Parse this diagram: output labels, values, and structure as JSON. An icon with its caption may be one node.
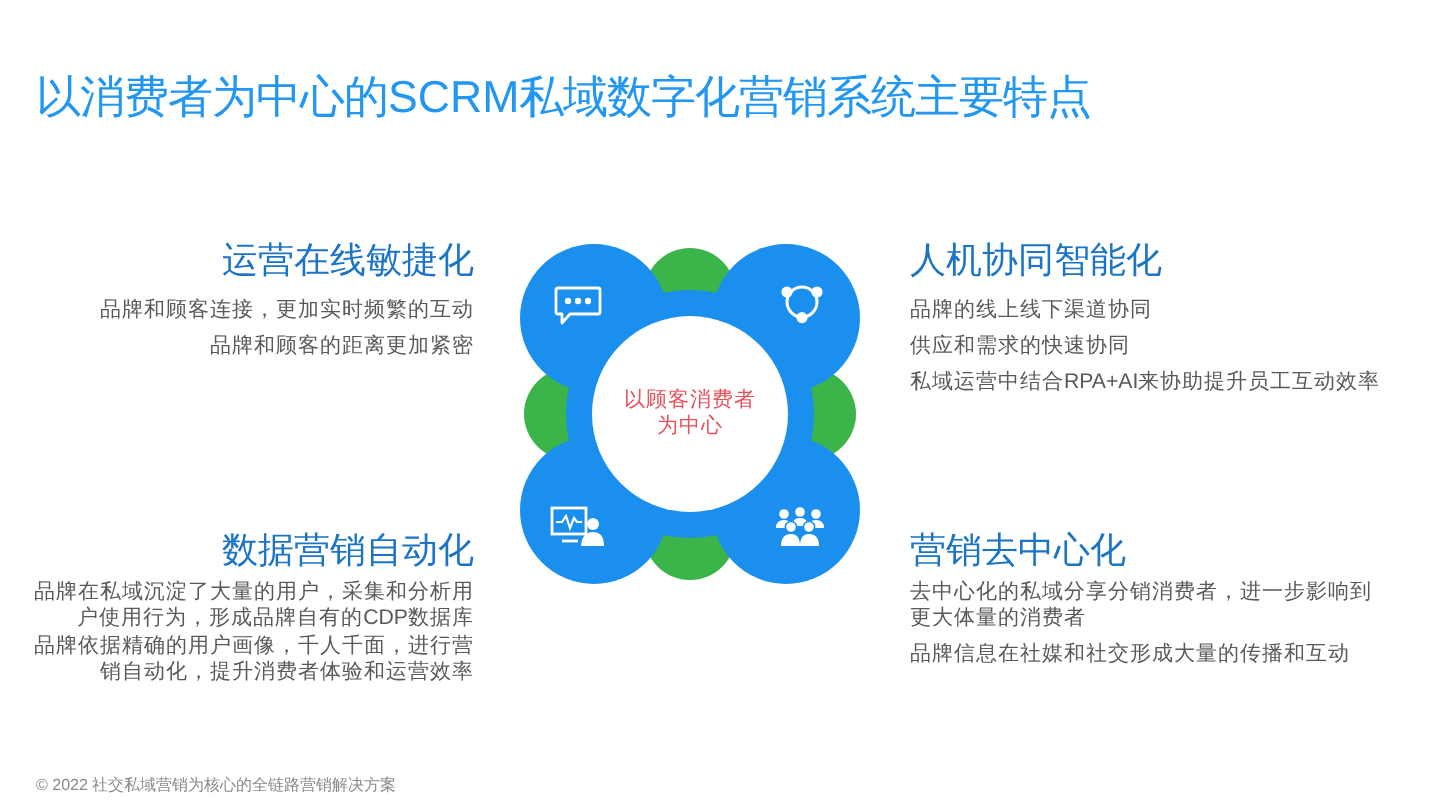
{
  "diagram": {
    "title": "以消费者为中心的SCRM私域数字化营销系统主要特点",
    "nodes": [
      {
        "text": [
          "以顾客消费者为中心"
        ]
      }
    ],
    "labels": [
      "运营在线敏捷化",
      "品牌和顾客连接，更加实时频繁的互动",
      "品牌和顾客的距离更加紧密",
      "人机协同智能化",
      "品牌的线上线下渠道协同",
      "供应和需求的快速协同",
      "私域运营中结合RPA+AI来协助提升员工互动效率",
      "数据营销自动化",
      "品牌在私域沉淀了大量的用户，采集和分析用户使用行为，形成品牌自有的CDP数据库",
      "品牌依据精确的用户画像，千人千面，进行营销自动化，提升消费者体验和运营效率",
      "营销去中心化",
      "去中心化的私域分享分销消费者，进一步影响到更大体量的消费者",
      "品牌信息在社媒和社交形成大量的传播和互动",
      "© 2022 社交私域营销为核心的全链路营销解决方案"
    ]
  }
}
